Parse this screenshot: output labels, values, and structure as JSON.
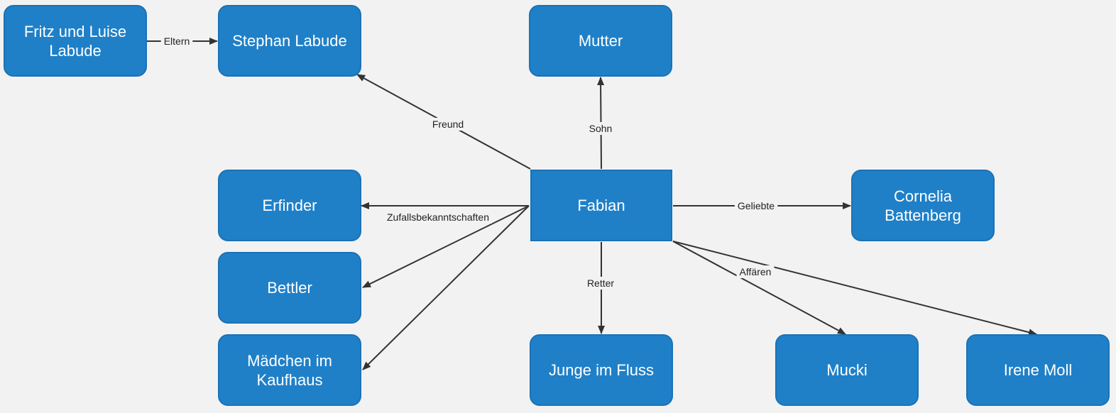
{
  "colors": {
    "background": "#f2f2f2",
    "node_fill": "#1f80c8",
    "node_border": "#1a72b6",
    "node_text": "#ffffff",
    "edge": "#333333"
  },
  "nodes": {
    "fritz": "Fritz und Luise Labude",
    "stephan": "Stephan Labude",
    "mutter": "Mutter",
    "fabian": "Fabian",
    "erfinder": "Erfinder",
    "bettler": "Bettler",
    "maedchen": "Mädchen im Kaufhaus",
    "junge": "Junge im Fluss",
    "cornelia": "Cornelia Battenberg",
    "mucki": "Mucki",
    "irene": "Irene Moll"
  },
  "edges": [
    {
      "from": "fritz",
      "to": "stephan",
      "label": "Eltern"
    },
    {
      "from": "fabian",
      "to": "stephan",
      "label": "Freund"
    },
    {
      "from": "fabian",
      "to": "mutter",
      "label": "Sohn"
    },
    {
      "from": "fabian",
      "to": "erfinder",
      "label": "Zufallsbekanntschaften"
    },
    {
      "from": "fabian",
      "to": "bettler",
      "label": ""
    },
    {
      "from": "fabian",
      "to": "maedchen",
      "label": ""
    },
    {
      "from": "fabian",
      "to": "junge",
      "label": "Retter"
    },
    {
      "from": "fabian",
      "to": "cornelia",
      "label": "Geliebte"
    },
    {
      "from": "fabian",
      "to": "mucki",
      "label": "Affären"
    },
    {
      "from": "fabian",
      "to": "irene",
      "label": ""
    }
  ]
}
